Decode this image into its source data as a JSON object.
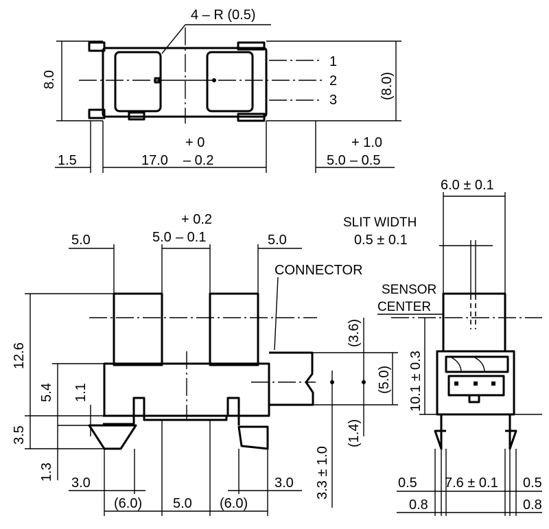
{
  "top_view": {
    "radius_note": "4 – R (0.5)",
    "height": "8.0",
    "height_ref": "(8.0)",
    "pin_1": "1",
    "pin_2": "2",
    "pin_3": "3",
    "left_offset": "1.5",
    "body_length": "17.0",
    "body_length_tol_upper": "+ 0",
    "body_length_tol_lower": "– 0.2",
    "connector_length": "5.0",
    "connector_tol_upper": "+ 1.0",
    "connector_tol_lower": "– 0.5"
  },
  "front_view": {
    "left_leg_width": "5.0",
    "center_gap": "5.0",
    "center_gap_tol_upper": "+ 0.2",
    "center_gap_tol_lower": "– 0.1",
    "right_leg_width": "5.0",
    "connector_label": "CONNECTOR",
    "total_height": "12.6",
    "body_height": "5.4",
    "step_height": "1.1",
    "bottom_height": "3.5",
    "hook_height": "1.3",
    "connector_top_ref": "(3.6)",
    "connector_height_ref": "(5.0)",
    "connector_bottom_ref": "(1.4)",
    "pin_length": "3.3 ± 1.0",
    "left_mount_offset": "3.0",
    "right_mount_offset": "3.0",
    "bottom_left": "(6.0)",
    "bottom_center": "5.0",
    "bottom_right": "(6.0)"
  },
  "side_view": {
    "width": "6.0 ± 0.1",
    "slit_label": "SLIT WIDTH",
    "slit_width": "0.5 ± 0.1",
    "sensor_label_1": "SENSOR",
    "sensor_label_2": "CENTER",
    "sensor_height": "10.1 ± 0.3",
    "left_offset": "0.5",
    "pin_spacing": "7.6 ± 0.1",
    "right_offset": "0.5",
    "left_pin": "0.8",
    "right_pin": "0.8"
  }
}
